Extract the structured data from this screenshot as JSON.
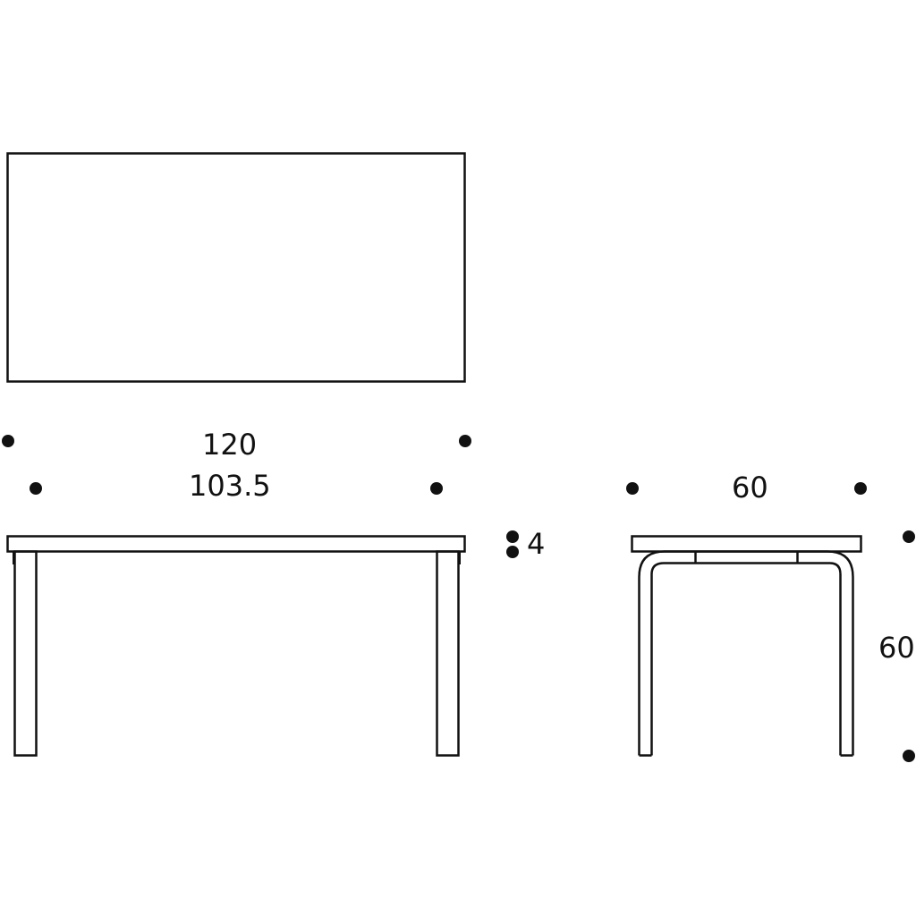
{
  "diagram": {
    "type": "technical-drawing",
    "subject": "table",
    "stroke_color": "#111111",
    "background": "#ffffff",
    "views": {
      "top_view": {
        "label": "top-view"
      },
      "front_view": {
        "label": "front-view"
      },
      "side_view": {
        "label": "side-view"
      }
    },
    "dimensions": {
      "overall_length": "120",
      "leg_span": "103.5",
      "top_thickness": "4",
      "depth": "60",
      "height": "60"
    }
  }
}
